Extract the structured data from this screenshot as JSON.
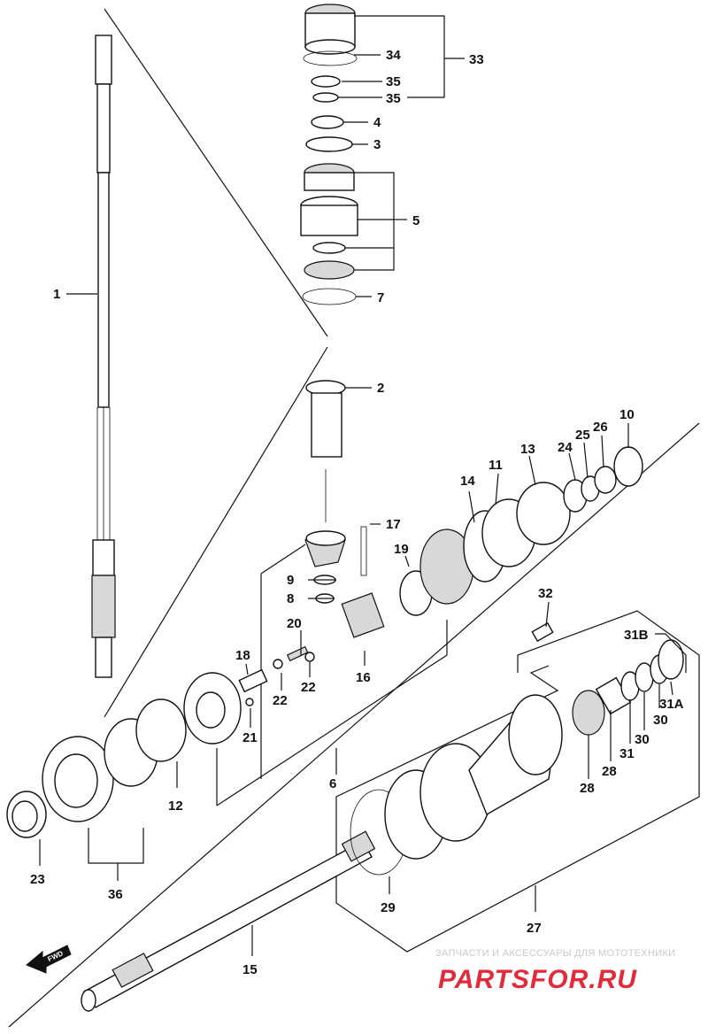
{
  "callouts": {
    "c1": "1",
    "c2": "2",
    "c3": "3",
    "c4": "4",
    "c5": "5",
    "c6": "6",
    "c7": "7",
    "c8": "8",
    "c9": "9",
    "c10": "10",
    "c11": "11",
    "c12": "12",
    "c13": "13",
    "c14": "14",
    "c15": "15",
    "c16": "16",
    "c17": "17",
    "c18": "18",
    "c19": "19",
    "c20": "20",
    "c21": "21",
    "c22a": "22",
    "c22b": "22",
    "c23": "23",
    "c24": "24",
    "c25": "25",
    "c26": "26",
    "c27": "27",
    "c28a": "28",
    "c28b": "28",
    "c29": "29",
    "c30a": "30",
    "c30b": "30",
    "c31": "31",
    "c31a": "31A",
    "c31b": "31B",
    "c32": "32",
    "c33": "33",
    "c34": "34",
    "c35a": "35",
    "c35b": "35",
    "c36": "36"
  },
  "fwd_indicator": "FWD",
  "watermark": {
    "tagline": "ЗАПЧАСТИ И АКСЕССУАРЫ ДЛЯ МОТОТЕХНИКИ",
    "logo_text": "PARTSFOR.RU",
    "logo_color": "#e32a3a"
  }
}
